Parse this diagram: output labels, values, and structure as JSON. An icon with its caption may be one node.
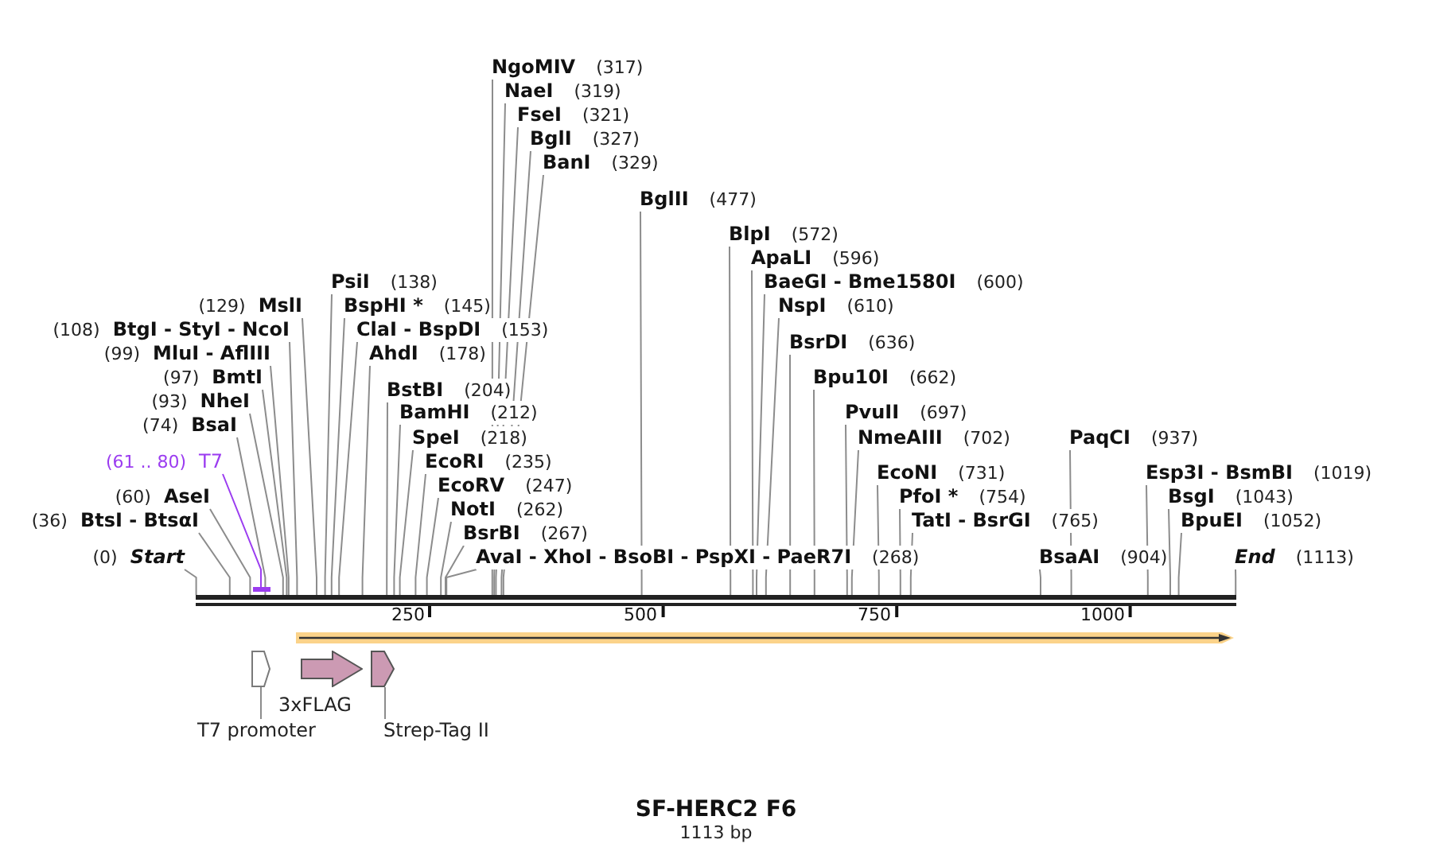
{
  "diagram": {
    "title": "SF-HERC2 F6",
    "caption": "1113 bp",
    "nodes": [
      {
        "text": [
          "NgoMIV",
          "(317)"
        ]
      },
      {
        "text": [
          "NaeI",
          "(319)"
        ]
      },
      {
        "text": [
          "FseI",
          "(321)"
        ]
      },
      {
        "text": [
          "BglI",
          "(327)"
        ]
      },
      {
        "text": [
          "BanI",
          "(329)"
        ]
      },
      {
        "text": [
          "BglII",
          "(477)"
        ]
      },
      {
        "text": [
          "BlpI",
          "(572)"
        ]
      },
      {
        "text": [
          "ApaLI",
          "(596)"
        ]
      },
      {
        "text": [
          "PsiI",
          "(138)"
        ]
      },
      {
        "text": [
          "BaeGI - Bme1580I",
          "(600)"
        ]
      },
      {
        "text": [
          "(129)",
          "MslI"
        ]
      },
      {
        "text": [
          "BspHI *",
          "(145)"
        ]
      },
      {
        "text": [
          "NspI",
          "(610)"
        ]
      },
      {
        "text": [
          "(108)",
          "BtgI - StyI - NcoI"
        ]
      },
      {
        "text": [
          "ClaI - BspDI",
          "(153)"
        ]
      },
      {
        "text": [
          "BsrDI",
          "(636)"
        ]
      },
      {
        "text": [
          "(99)",
          "MluI - AflIII"
        ]
      },
      {
        "text": [
          "AhdI",
          "(178)"
        ]
      },
      {
        "text": [
          "(97)",
          "BmtI"
        ]
      },
      {
        "text": [
          "Bpu10I",
          "(662)"
        ]
      },
      {
        "text": [
          "BstBI",
          "(204)"
        ]
      },
      {
        "text": [
          "(93)",
          "NheI"
        ]
      },
      {
        "text": [
          "BamHI",
          "(212)"
        ]
      },
      {
        "text": [
          "PvuII",
          "(697)"
        ]
      },
      {
        "text": [
          "(74)",
          "BsaI"
        ]
      },
      {
        "text": [
          "SpeI",
          "(218)"
        ]
      },
      {
        "text": [
          "NmeAIII",
          "(702)"
        ]
      },
      {
        "text": [
          "PaqCI",
          "(937)"
        ]
      },
      {
        "text": [
          "(61 .. 80)",
          "T7"
        ]
      },
      {
        "text": [
          "EcoRI",
          "(235)"
        ]
      },
      {
        "text": [
          "EcoNI",
          "(731)"
        ]
      },
      {
        "text": [
          "Esp3I - BsmBI",
          "(1019)"
        ]
      },
      {
        "text": [
          "EcoRV",
          "(247)"
        ]
      },
      {
        "text": [
          "(60)",
          "AseI"
        ]
      },
      {
        "text": [
          "PfoI *",
          "(754)"
        ]
      },
      {
        "text": [
          "BsgI",
          "(1043)"
        ]
      },
      {
        "text": [
          "NotI",
          "(262)"
        ]
      },
      {
        "text": [
          "(36)",
          "BtsI - BtsαI"
        ]
      },
      {
        "text": [
          "TatI - BsrGI",
          "(765)"
        ]
      },
      {
        "text": [
          "BpuEI",
          "(1052)"
        ]
      },
      {
        "text": [
          "BsrBI",
          "(267)"
        ]
      },
      {
        "text": [
          "(0)",
          "Start"
        ]
      },
      {
        "text": [
          "AvaI - XhoI - BsoBI - PspXI - PaeR7I",
          "(268)"
        ]
      },
      {
        "text": [
          "BsaAI",
          "(904)"
        ]
      },
      {
        "text": [
          "End",
          "(1113)"
        ]
      },
      {
        "text": [],
        "shape": "bar"
      },
      {
        "text": [],
        "shape": "bar"
      },
      {
        "text": [],
        "shape": "arrow"
      },
      {
        "text": [],
        "shape": "arrow"
      },
      {
        "text": [],
        "shape": "arrow",
        "beside": [
          "3xFLAG"
        ]
      },
      {
        "text": [],
        "shape": "arrow"
      },
      {
        "text": [
          "T7 promoter"
        ]
      },
      {
        "text": [
          "Strep-Tag II"
        ]
      }
    ],
    "edges": [
      {
        "from": 0,
        "to": 46,
        "arrow": "none"
      },
      {
        "from": 1,
        "to": 46,
        "arrow": "none"
      },
      {
        "from": 2,
        "to": 46,
        "arrow": "none"
      },
      {
        "from": 3,
        "to": 46,
        "arrow": "none"
      },
      {
        "from": 4,
        "to": 46,
        "arrow": "none"
      },
      {
        "from": 5,
        "to": 46,
        "arrow": "none"
      },
      {
        "from": 6,
        "to": 46,
        "arrow": "none"
      },
      {
        "from": 7,
        "to": 46,
        "arrow": "none"
      },
      {
        "from": 8,
        "to": 46,
        "arrow": "none"
      },
      {
        "from": 9,
        "to": 46,
        "arrow": "none"
      },
      {
        "from": 10,
        "to": 46,
        "arrow": "none"
      },
      {
        "from": 11,
        "to": 46,
        "arrow": "none"
      },
      {
        "from": 12,
        "to": 46,
        "arrow": "none"
      },
      {
        "from": 13,
        "to": 46,
        "arrow": "none"
      },
      {
        "from": 14,
        "to": 46,
        "arrow": "none"
      },
      {
        "from": 15,
        "to": 46,
        "arrow": "none"
      },
      {
        "from": 16,
        "to": 46,
        "arrow": "none"
      },
      {
        "from": 17,
        "to": 46,
        "arrow": "none"
      },
      {
        "from": 18,
        "to": 46,
        "arrow": "none"
      },
      {
        "from": 19,
        "to": 46,
        "arrow": "none"
      },
      {
        "from": 20,
        "to": 46,
        "arrow": "none"
      },
      {
        "from": 21,
        "to": 46,
        "arrow": "none"
      },
      {
        "from": 22,
        "to": 46,
        "arrow": "none"
      },
      {
        "from": 23,
        "to": 46,
        "arrow": "none"
      },
      {
        "from": 24,
        "to": 46,
        "arrow": "none"
      },
      {
        "from": 25,
        "to": 46,
        "arrow": "none"
      },
      {
        "from": 26,
        "to": 46,
        "arrow": "none"
      },
      {
        "from": 27,
        "to": 46,
        "arrow": "none"
      },
      {
        "from": 28,
        "to": 45,
        "arrow": "none",
        "color": "#9b3cf0"
      },
      {
        "from": 29,
        "to": 46,
        "arrow": "none"
      },
      {
        "from": 30,
        "to": 46,
        "arrow": "none"
      },
      {
        "from": 31,
        "to": 46,
        "arrow": "none"
      },
      {
        "from": 32,
        "to": 46,
        "arrow": "none"
      },
      {
        "from": 33,
        "to": 46,
        "arrow": "none"
      },
      {
        "from": 34,
        "to": 46,
        "arrow": "none"
      },
      {
        "from": 35,
        "to": 46,
        "arrow": "none"
      },
      {
        "from": 36,
        "to": 46,
        "arrow": "none"
      },
      {
        "from": 37,
        "to": 46,
        "arrow": "none"
      },
      {
        "from": 38,
        "to": 46,
        "arrow": "none"
      },
      {
        "from": 39,
        "to": 46,
        "arrow": "none"
      },
      {
        "from": 40,
        "to": 46,
        "arrow": "none"
      },
      {
        "from": 41,
        "to": 46,
        "arrow": "none"
      },
      {
        "from": 42,
        "to": 46,
        "arrow": "none"
      },
      {
        "from": 43,
        "to": 46,
        "arrow": "none"
      },
      {
        "from": 44,
        "to": 46,
        "arrow": "none"
      },
      {
        "from": 51,
        "to": 48,
        "arrow": "none"
      },
      {
        "from": 52,
        "to": 50,
        "arrow": "none"
      }
    ],
    "labels": [
      "250",
      "500",
      "750",
      "1000"
    ]
  }
}
